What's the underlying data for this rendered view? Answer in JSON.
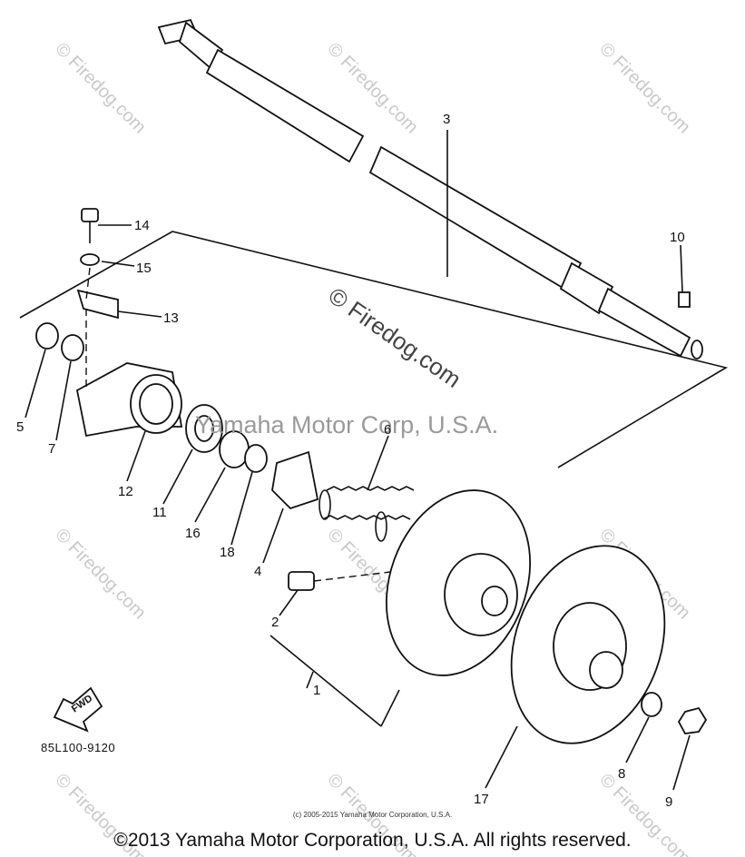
{
  "watermark_center": "© Firedog.com",
  "watermark_tile": "© Firedog.com",
  "watermark_yamaha": "Yamaha Motor Corp, U.S.A.",
  "part_number": "85L100-9120",
  "fwd_label": "FWD",
  "small_copyright": "(c) 2005-2015 Yamaha Motor Corporation, U.S.A.",
  "copyright": "©2013 Yamaha Motor Corporation, U.S.A. All rights reserved.",
  "callouts": {
    "c1": "1",
    "c2": "2",
    "c3": "3",
    "c4": "4",
    "c5": "5",
    "c6": "6",
    "c7": "7",
    "c8": "8",
    "c9": "9",
    "c10": "10",
    "c11": "11",
    "c12": "12",
    "c13": "13",
    "c14": "14",
    "c15": "15",
    "c16": "16",
    "c17": "17",
    "c18": "18"
  }
}
